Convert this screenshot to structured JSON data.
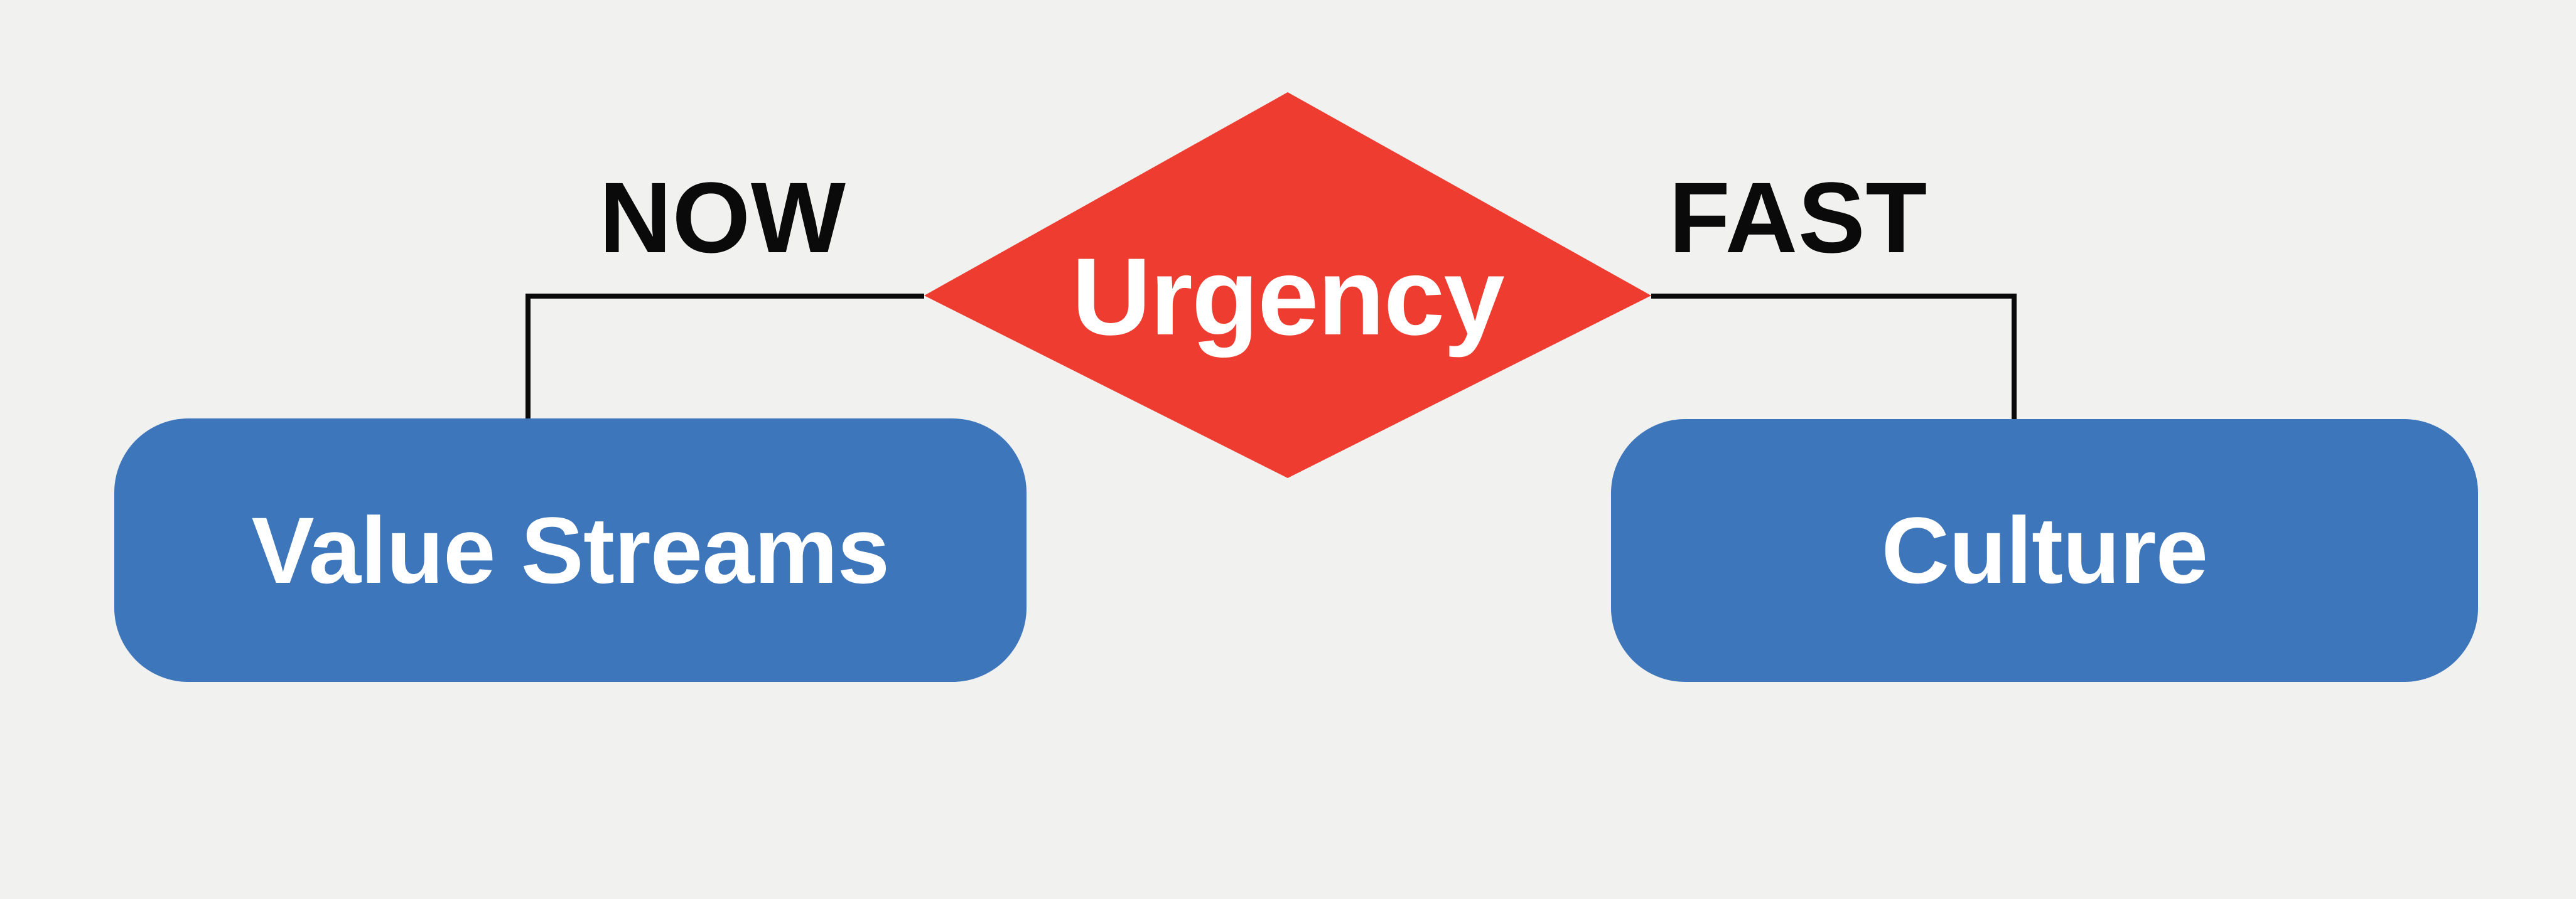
{
  "theme": {
    "bg": "#f1f1f0",
    "ink": "#0a0a0a",
    "decision_fill": "#ee3c31",
    "node_fill": "#3d76bb",
    "node_text": "#ffffff"
  },
  "diagram": {
    "decision": {
      "label": "Urgency"
    },
    "branches": [
      {
        "label": "NOW",
        "target": "Value Streams"
      },
      {
        "label": "FAST",
        "target": "Culture"
      }
    ],
    "nodes": [
      {
        "label": "Value Streams"
      },
      {
        "label": "Culture"
      }
    ]
  }
}
